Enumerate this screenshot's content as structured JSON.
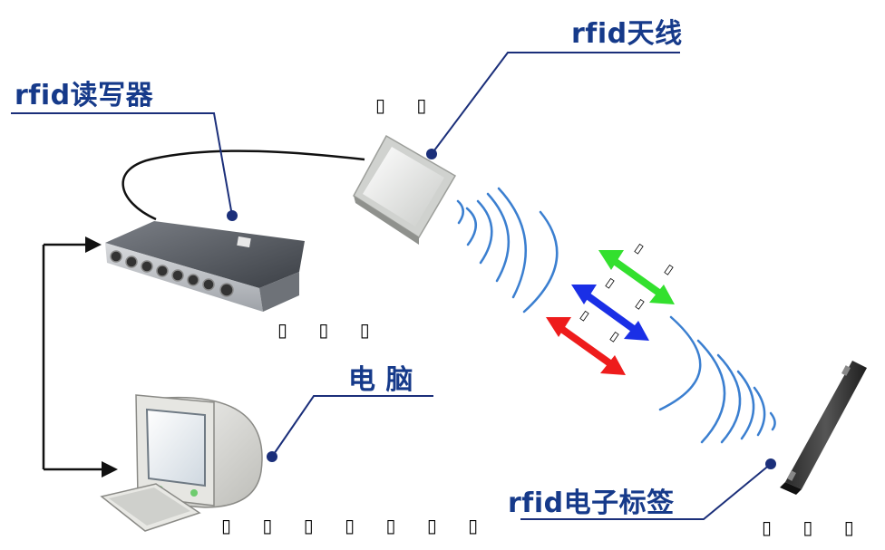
{
  "labels": {
    "antenna": "rfid天线",
    "reader": "rfid读写器",
    "computer": "电 脑",
    "tag": "rfid电子标签"
  },
  "small_marks": {
    "antenna": "▯ ▯",
    "reader": "▯ ▯ ▯",
    "computer": "▯ ▯ ▯ ▯ ▯ ▯ ▯",
    "tag": "▯ ▯ ▯ ▯",
    "arrow_green": "▯ ▯",
    "arrow_blue": "▯ ▯",
    "arrow_red": "▯ ▯"
  },
  "colors": {
    "label_text": "#163a8a",
    "leader_line": "#1b2f7a",
    "wave": "#3b7fd0",
    "arrow_green": "#33e02e",
    "arrow_blue": "#1a2fe6",
    "arrow_red": "#ee1c1c"
  }
}
